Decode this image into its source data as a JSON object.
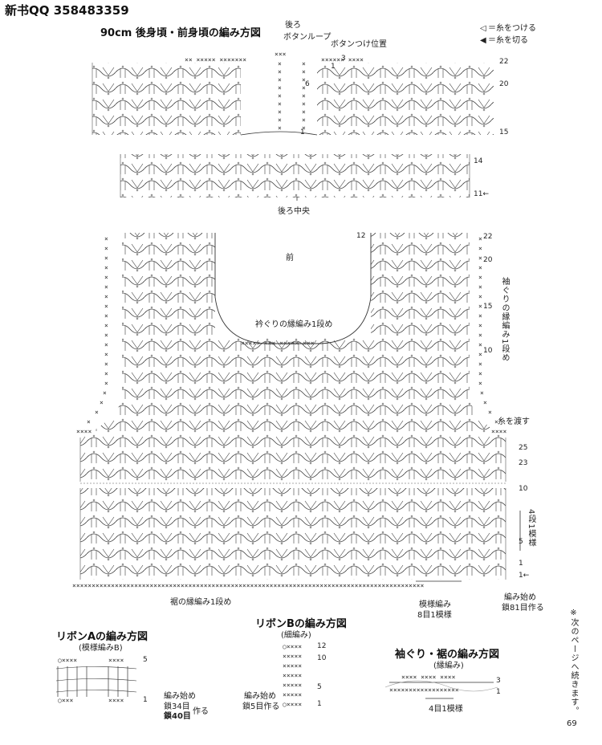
{
  "header": {
    "source_label": "新书QQ 358483359"
  },
  "main_title": "90cm 後身頃・前身頃の編み方図",
  "legend": {
    "attach_mark": "◁",
    "attach_text": "＝糸をつける",
    "cut_mark": "◀",
    "cut_text": "＝糸を切る"
  },
  "back": {
    "label_back": "後ろ",
    "label_button_loop": "ボタンループ",
    "label_button_position": "ボタンつけ位置",
    "label_back_center": "後ろ中央",
    "rows_right": [
      "22",
      "20",
      "15",
      "14",
      "11←"
    ],
    "rows_center": [
      "3",
      "1",
      "6",
      "1"
    ]
  },
  "front": {
    "label_front": "前",
    "label_neck_edge": "衿ぐりの縁編み1段め",
    "label_armhole_edge": "袖ぐりの縁編み1段め",
    "label_carry_yarn": "糸を渡す",
    "label_hem_edge": "裾の縁編み1段め",
    "label_pattern": "模様編み",
    "label_pattern_count": "8目1模様",
    "label_repeat": "4段1模様",
    "label_start": "編み始め",
    "label_start_chain": "鎖81目作る",
    "rows_top_left": [
      "12"
    ],
    "rows_right": [
      "22",
      "20",
      "15",
      "10",
      "25",
      "23",
      "10",
      "5",
      "1",
      "1←"
    ]
  },
  "ribbon_a": {
    "title": "リボンAの編み方図",
    "subtitle": "(模様編みB)",
    "rows": [
      "5",
      "1"
    ],
    "start_label": "編み始め",
    "chain_label_1": "鎖34目",
    "chain_label_2": "鎖40目",
    "make_label": "作る"
  },
  "ribbon_b": {
    "title": "リボンBの編み方図",
    "subtitle": "(細編み)",
    "rows": [
      "12",
      "10",
      "5",
      "1"
    ],
    "start_label": "編み始め",
    "chain_label": "鎖5目作る"
  },
  "armhole": {
    "title": "袖ぐり・裾の編み方図",
    "subtitle": "(縁編み)",
    "repeat_label": "4目1模様",
    "rows": [
      "3",
      "1"
    ]
  },
  "side_note": "※次のページへ続きます。",
  "page_number": "69",
  "colors": {
    "ink": "#222222",
    "background": "#ffffff"
  }
}
